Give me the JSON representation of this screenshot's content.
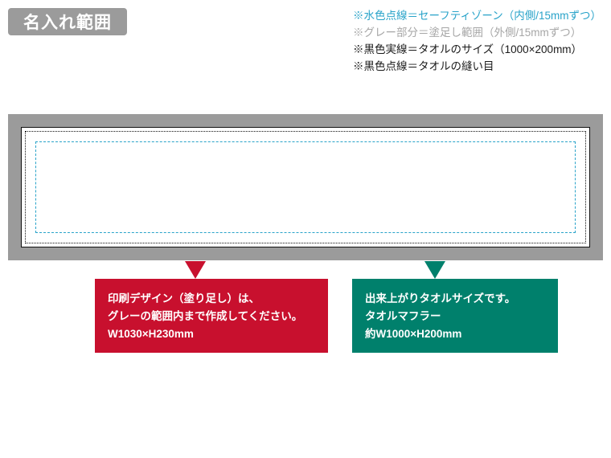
{
  "title": {
    "badge_label": "名入れ範囲"
  },
  "legend": {
    "items": [
      {
        "text": "※水色点線＝セーフティゾーン（内側/15mmずつ）",
        "color": "#29a3c9"
      },
      {
        "text": "※グレー部分＝塗足し範囲（外側/15mmずつ）",
        "color": "#a6a6a6"
      },
      {
        "text": "※黒色実線＝タオルのサイズ（1000×200mm）",
        "color": "#1a1a1a"
      },
      {
        "text": "※黒色点線＝タオルの縫い目",
        "color": "#1a1a1a"
      }
    ]
  },
  "diagram": {
    "bleed_color": "#9b9b9b",
    "towel_outline_color": "#111111",
    "safety_zone_color": "#29a3c9",
    "towel_fill_color": "#ffffff"
  },
  "callouts": {
    "print_design": {
      "background": "#c8102e",
      "lines": [
        "印刷デザイン（塗り足し）は、",
        "グレーの範囲内まで作成してください。",
        "W1030×H230mm"
      ]
    },
    "finished_size": {
      "background": "#00806c",
      "lines": [
        "出来上がりタオルサイズです。",
        "タオルマフラー",
        "約W1000×H200mm"
      ]
    }
  }
}
